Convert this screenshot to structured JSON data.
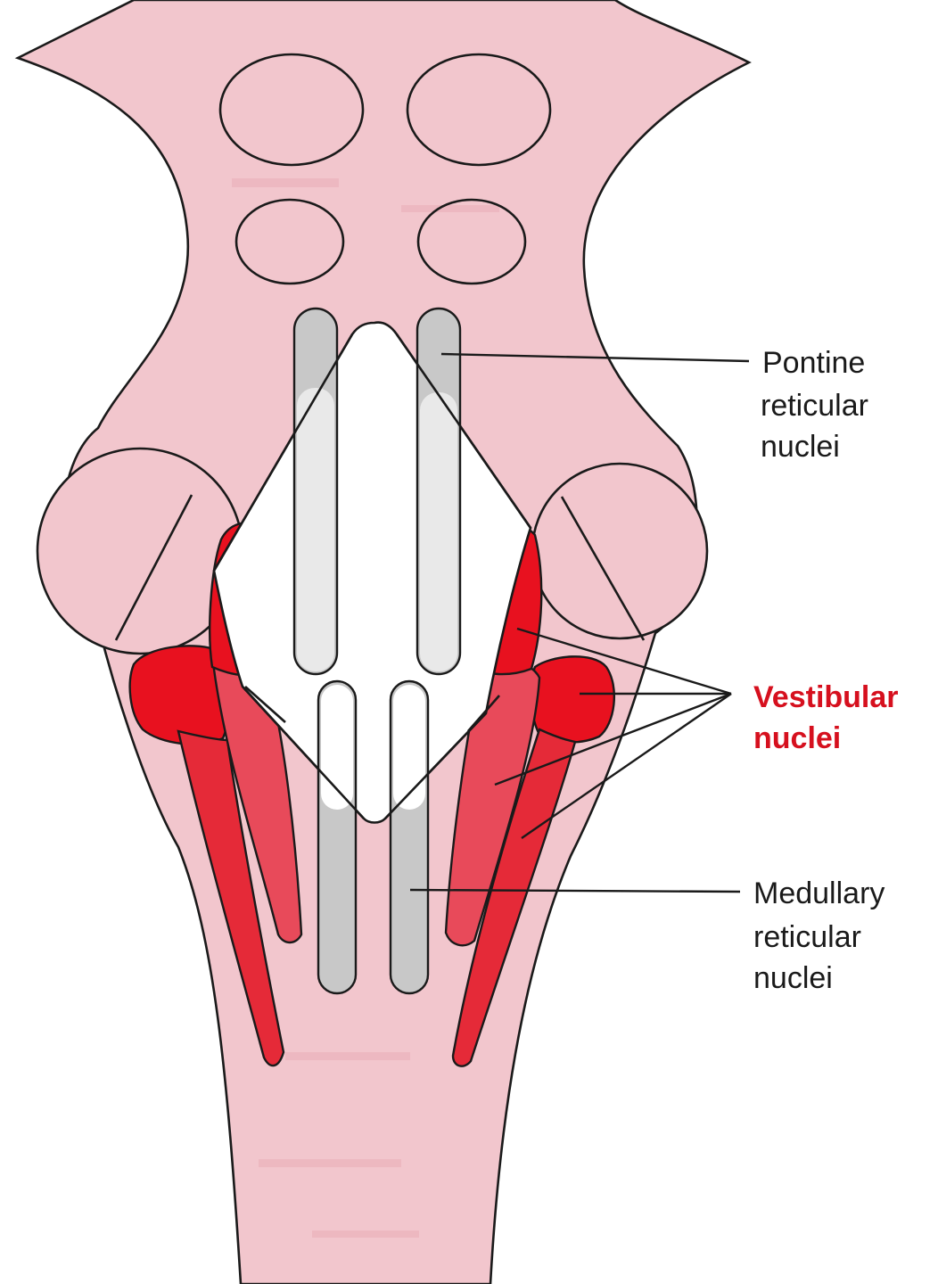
{
  "labels": {
    "pontine_line1": "Pontine",
    "pontine_line2": "reticular",
    "pontine_line3": "nuclei",
    "vestibular_line1": "Vestibular",
    "vestibular_line2": "nuclei",
    "medullary_line1": "Medullary",
    "medullary_line2": "reticular",
    "medullary_line3": "nuclei"
  },
  "colors": {
    "brainstem": "#f2c6cd",
    "vestibular_dark": "#e8111f",
    "vestibular_mid": "#e84a5a",
    "reticular_gray": "#c8c8c8",
    "label_highlight": "#d6101e"
  }
}
